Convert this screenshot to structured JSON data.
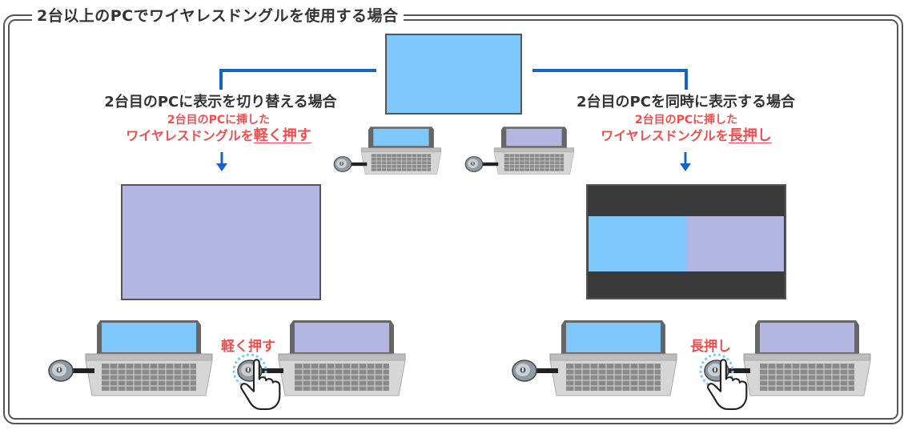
{
  "title": "2台以上のPCでワイヤレスドングルを使用する場合",
  "left": {
    "heading": "2台目のPCに表示を切り替える場合",
    "note_line1": "2台目のPCに挿した",
    "note_line2": "ワイヤレスドングルを",
    "note_emph": "軽く押す",
    "action_label": "軽く押す"
  },
  "right": {
    "heading": "2台目のPCを同時に表示する場合",
    "note_line1": "2台目のPCに挿した",
    "note_line2": "ワイヤレスドングルを",
    "note_emph": "長押し",
    "action_label": "長押し"
  },
  "colors": {
    "pc1_screen": "#7ec8fb",
    "pc2_screen": "#b3b6e0",
    "connector": "#1565c0",
    "highlight": "#f04e4e",
    "dark_band": "#3a3a3a"
  },
  "icons": [
    "laptop-icon",
    "wireless-dongle-icon",
    "hand-pointer-icon",
    "arrow-down-icon",
    "display-screen-icon"
  ]
}
